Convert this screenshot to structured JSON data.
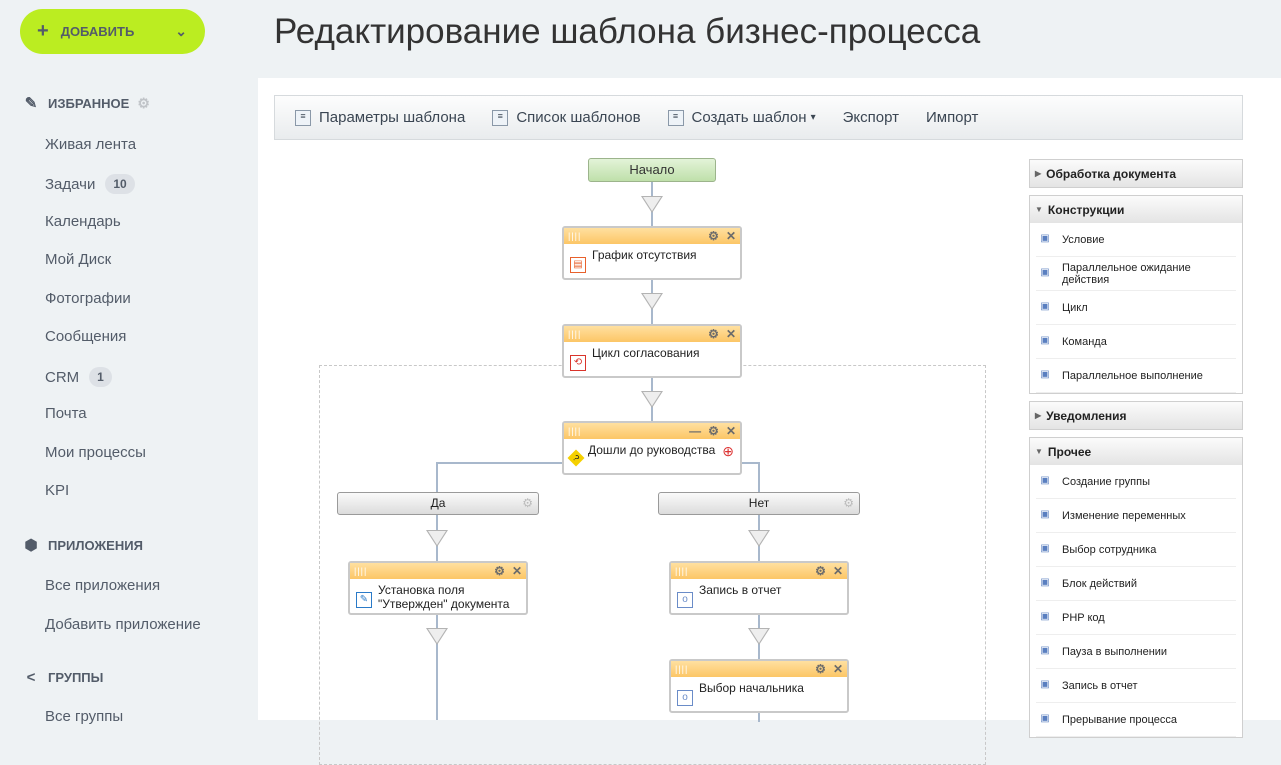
{
  "sidebar": {
    "add_label": "ДОБАВИТЬ",
    "favorites": {
      "title": "ИЗБРАННОЕ",
      "items": [
        {
          "label": "Живая лента"
        },
        {
          "label": "Задачи",
          "badge": "10"
        },
        {
          "label": "Календарь"
        },
        {
          "label": "Мой Диск"
        },
        {
          "label": "Фотографии"
        },
        {
          "label": "Сообщения"
        },
        {
          "label": "CRM",
          "badge": "1"
        },
        {
          "label": "Почта"
        },
        {
          "label": "Мои процессы"
        },
        {
          "label": "KPI"
        }
      ]
    },
    "apps": {
      "title": "ПРИЛОЖЕНИЯ",
      "items": [
        {
          "label": "Все приложения"
        },
        {
          "label": "Добавить приложение"
        }
      ]
    },
    "groups": {
      "title": "ГРУППЫ",
      "items": [
        {
          "label": "Все группы"
        }
      ]
    }
  },
  "page_title": "Редактирование шаблона бизнес-процесса",
  "toolbar": {
    "items": [
      {
        "label": "Параметры шаблона",
        "icon": "settings-icon"
      },
      {
        "label": "Список шаблонов",
        "icon": "list-icon"
      },
      {
        "label": "Создать шаблон",
        "icon": "new-doc-icon",
        "dropdown": true
      },
      {
        "label": "Экспорт"
      },
      {
        "label": "Импорт"
      }
    ]
  },
  "diagram": {
    "start": "Начало",
    "blocks": [
      {
        "title": "График отсутствия",
        "icon": "calendar-icon"
      },
      {
        "title": "Цикл согласования",
        "icon": "loop-icon"
      },
      {
        "title": "Дошли до руководства",
        "icon": "condition-icon"
      },
      {
        "title": "Установка поля \"Утвержден\" документа",
        "icon": "edit-icon"
      },
      {
        "title": "Запись в отчет",
        "icon": "activity-icon"
      },
      {
        "title": "Выбор начальника",
        "icon": "activity-icon"
      }
    ],
    "branches": [
      "Да",
      "Нет"
    ]
  },
  "palette": {
    "sections": [
      {
        "title": "Обработка документа",
        "expanded": false,
        "items": []
      },
      {
        "title": "Конструкции",
        "expanded": true,
        "items": [
          {
            "label": "Условие",
            "icon": "condition-icon"
          },
          {
            "label": "Параллельное ожидание действия",
            "icon": "parallel-wait-icon"
          },
          {
            "label": "Цикл",
            "icon": "loop-icon"
          },
          {
            "label": "Команда",
            "icon": "command-icon"
          },
          {
            "label": "Параллельное выполнение",
            "icon": "parallel-icon"
          }
        ]
      },
      {
        "title": "Уведомления",
        "expanded": false,
        "items": []
      },
      {
        "title": "Прочее",
        "expanded": true,
        "items": [
          {
            "label": "Создание группы",
            "icon": "activity-icon"
          },
          {
            "label": "Изменение переменных",
            "icon": "variables-icon"
          },
          {
            "label": "Выбор сотрудника",
            "icon": "activity-icon"
          },
          {
            "label": "Блок действий",
            "icon": "block-icon"
          },
          {
            "label": "PHP код",
            "icon": "php-icon"
          },
          {
            "label": "Пауза в выполнении",
            "icon": "pause-icon"
          },
          {
            "label": "Запись в отчет",
            "icon": "activity-icon"
          },
          {
            "label": "Прерывание процесса",
            "icon": "activity-icon"
          }
        ]
      }
    ]
  },
  "colors": {
    "accent": "#bbed21",
    "block_header": "#fcc666",
    "start": "#bfe0aa"
  }
}
